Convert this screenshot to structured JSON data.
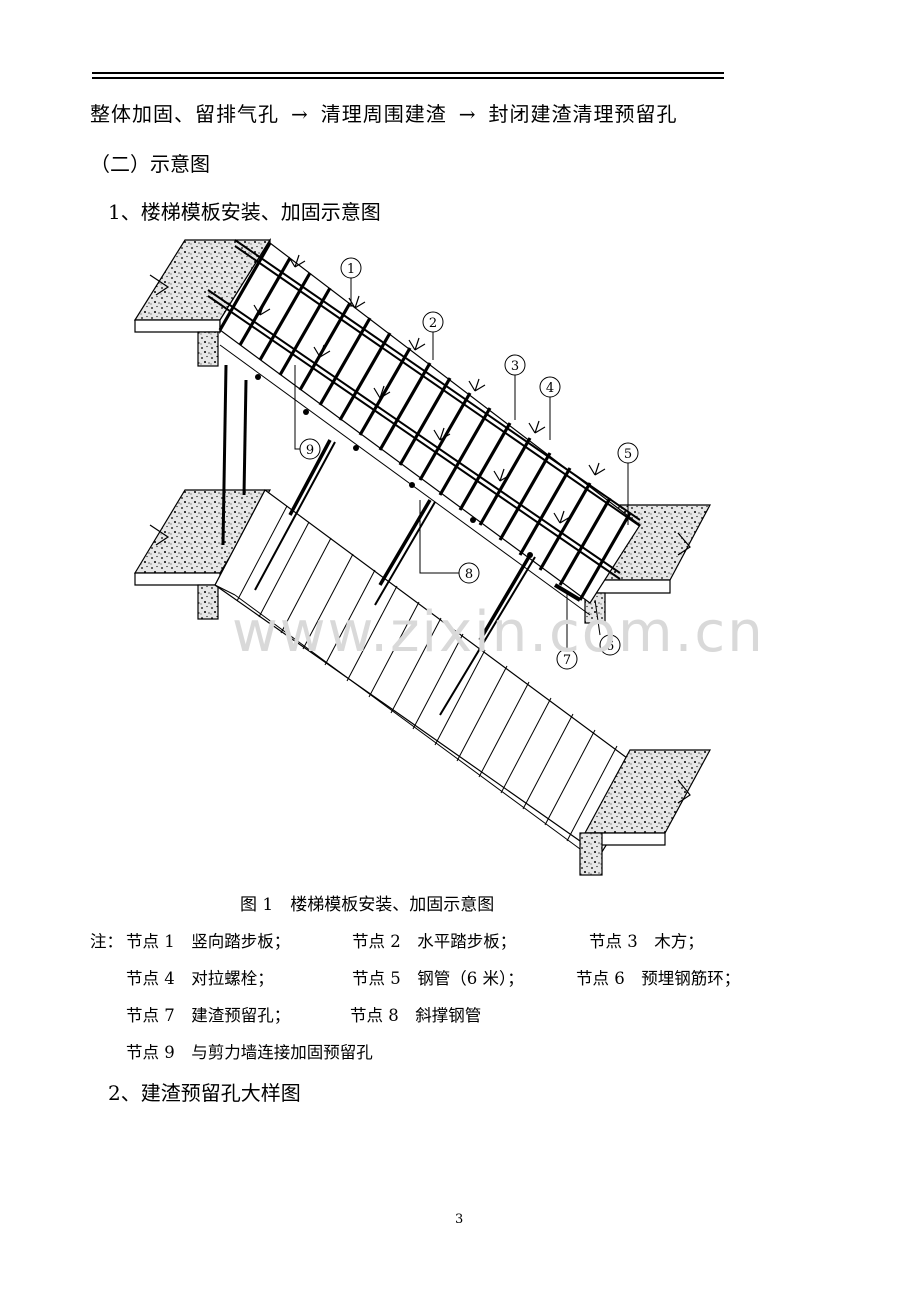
{
  "header": {
    "process_steps": [
      "整体加固、留排气孔",
      "清理周围建渣",
      "封闭建渣清理预留孔"
    ],
    "arrow": "→"
  },
  "section_heading": "（二）示意图",
  "subsection_1": "1、楼梯模板安装、加固示意图",
  "figure": {
    "callouts": [
      "1",
      "2",
      "3",
      "4",
      "5",
      "6",
      "7",
      "8",
      "9"
    ],
    "watermark": "www.zixin.com.cn",
    "caption": "图 1　楼梯模板安装、加固示意图"
  },
  "notes": {
    "prefix": "注：",
    "items": [
      "节点 1　竖向踏步板；",
      "节点 2　水平踏步板；",
      "节点 3　木方；",
      "节点 4　对拉螺栓；",
      "节点 5　钢管（6 米）；",
      "节点 6　预埋钢筋环；",
      "节点 7　建渣预留孔；",
      "节点 8　斜撑钢管",
      "节点 9　与剪力墙连接加固预留孔"
    ]
  },
  "subsection_2": "2、建渣预留孔大样图",
  "page_number": "3"
}
